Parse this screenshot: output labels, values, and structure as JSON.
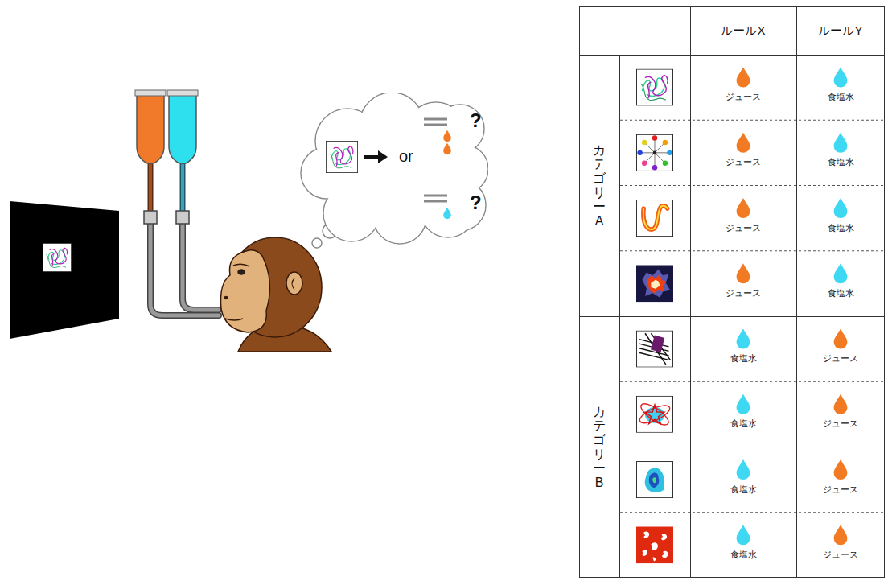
{
  "diagram": {
    "nodes": [
      {
        "text": [
          "or",
          "?",
          "?"
        ]
      }
    ],
    "labels": [
      "ルールX",
      "ルールY",
      "カテゴリーA",
      "ジュース",
      "食塩水",
      "ジュース",
      "食塩水",
      "ジュース",
      "食塩水",
      "ジュース",
      "食塩水",
      "カテゴリーB",
      "食塩水",
      "ジュース",
      "食塩水",
      "ジュース",
      "食塩水",
      "ジュース",
      "食塩水",
      "ジュース"
    ]
  }
}
